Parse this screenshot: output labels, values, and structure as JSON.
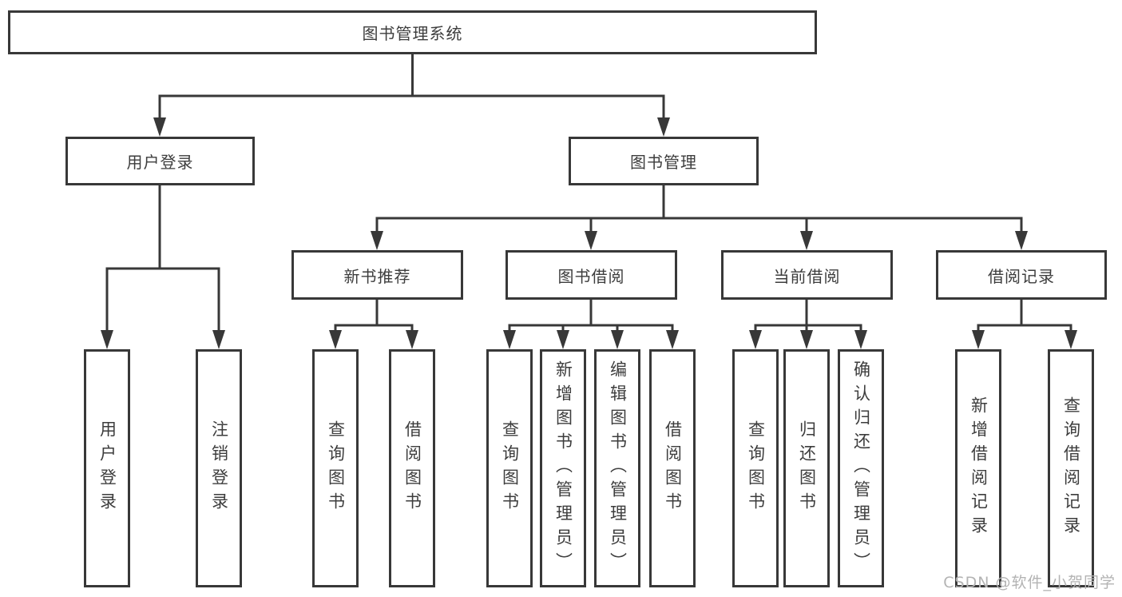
{
  "diagram": {
    "root": "图书管理系统",
    "level2": {
      "user_login": "用户登录",
      "book_management": "图书管理"
    },
    "level3": {
      "new_book_recommend": "新书推荐",
      "book_borrow": "图书借阅",
      "current_borrow": "当前借阅",
      "borrow_records": "借阅记录"
    },
    "leaves": {
      "user_login": [
        "用户登录",
        "注销登录"
      ],
      "new_book_recommend": [
        "查询图书",
        "借阅图书"
      ],
      "book_borrow": [
        "查询图书",
        "新增图书（管理员）",
        "编辑图书（管理员）",
        "借阅图书"
      ],
      "current_borrow": [
        "查询图书",
        "归还图书",
        "确认归还（管理员）"
      ],
      "borrow_records": [
        "新增借阅记录",
        "查询借阅记录"
      ]
    },
    "watermark": "CSDN @软件_小贺同学",
    "colors": {
      "line": "#383838",
      "text": "#3d3d3d",
      "box_background": "#ffffff",
      "watermark": "#b3b3b3",
      "background": "#ffffff"
    }
  }
}
